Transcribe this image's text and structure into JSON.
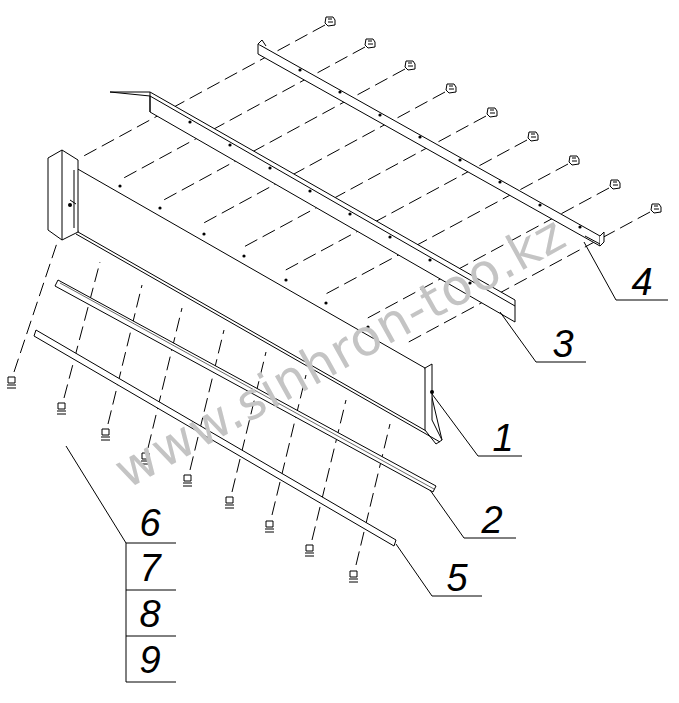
{
  "diagram": {
    "labels": [
      "4",
      "3",
      "1",
      "2",
      "5",
      "6",
      "7",
      "8",
      "9",
      "www.sinhron-too.kz"
    ]
  }
}
